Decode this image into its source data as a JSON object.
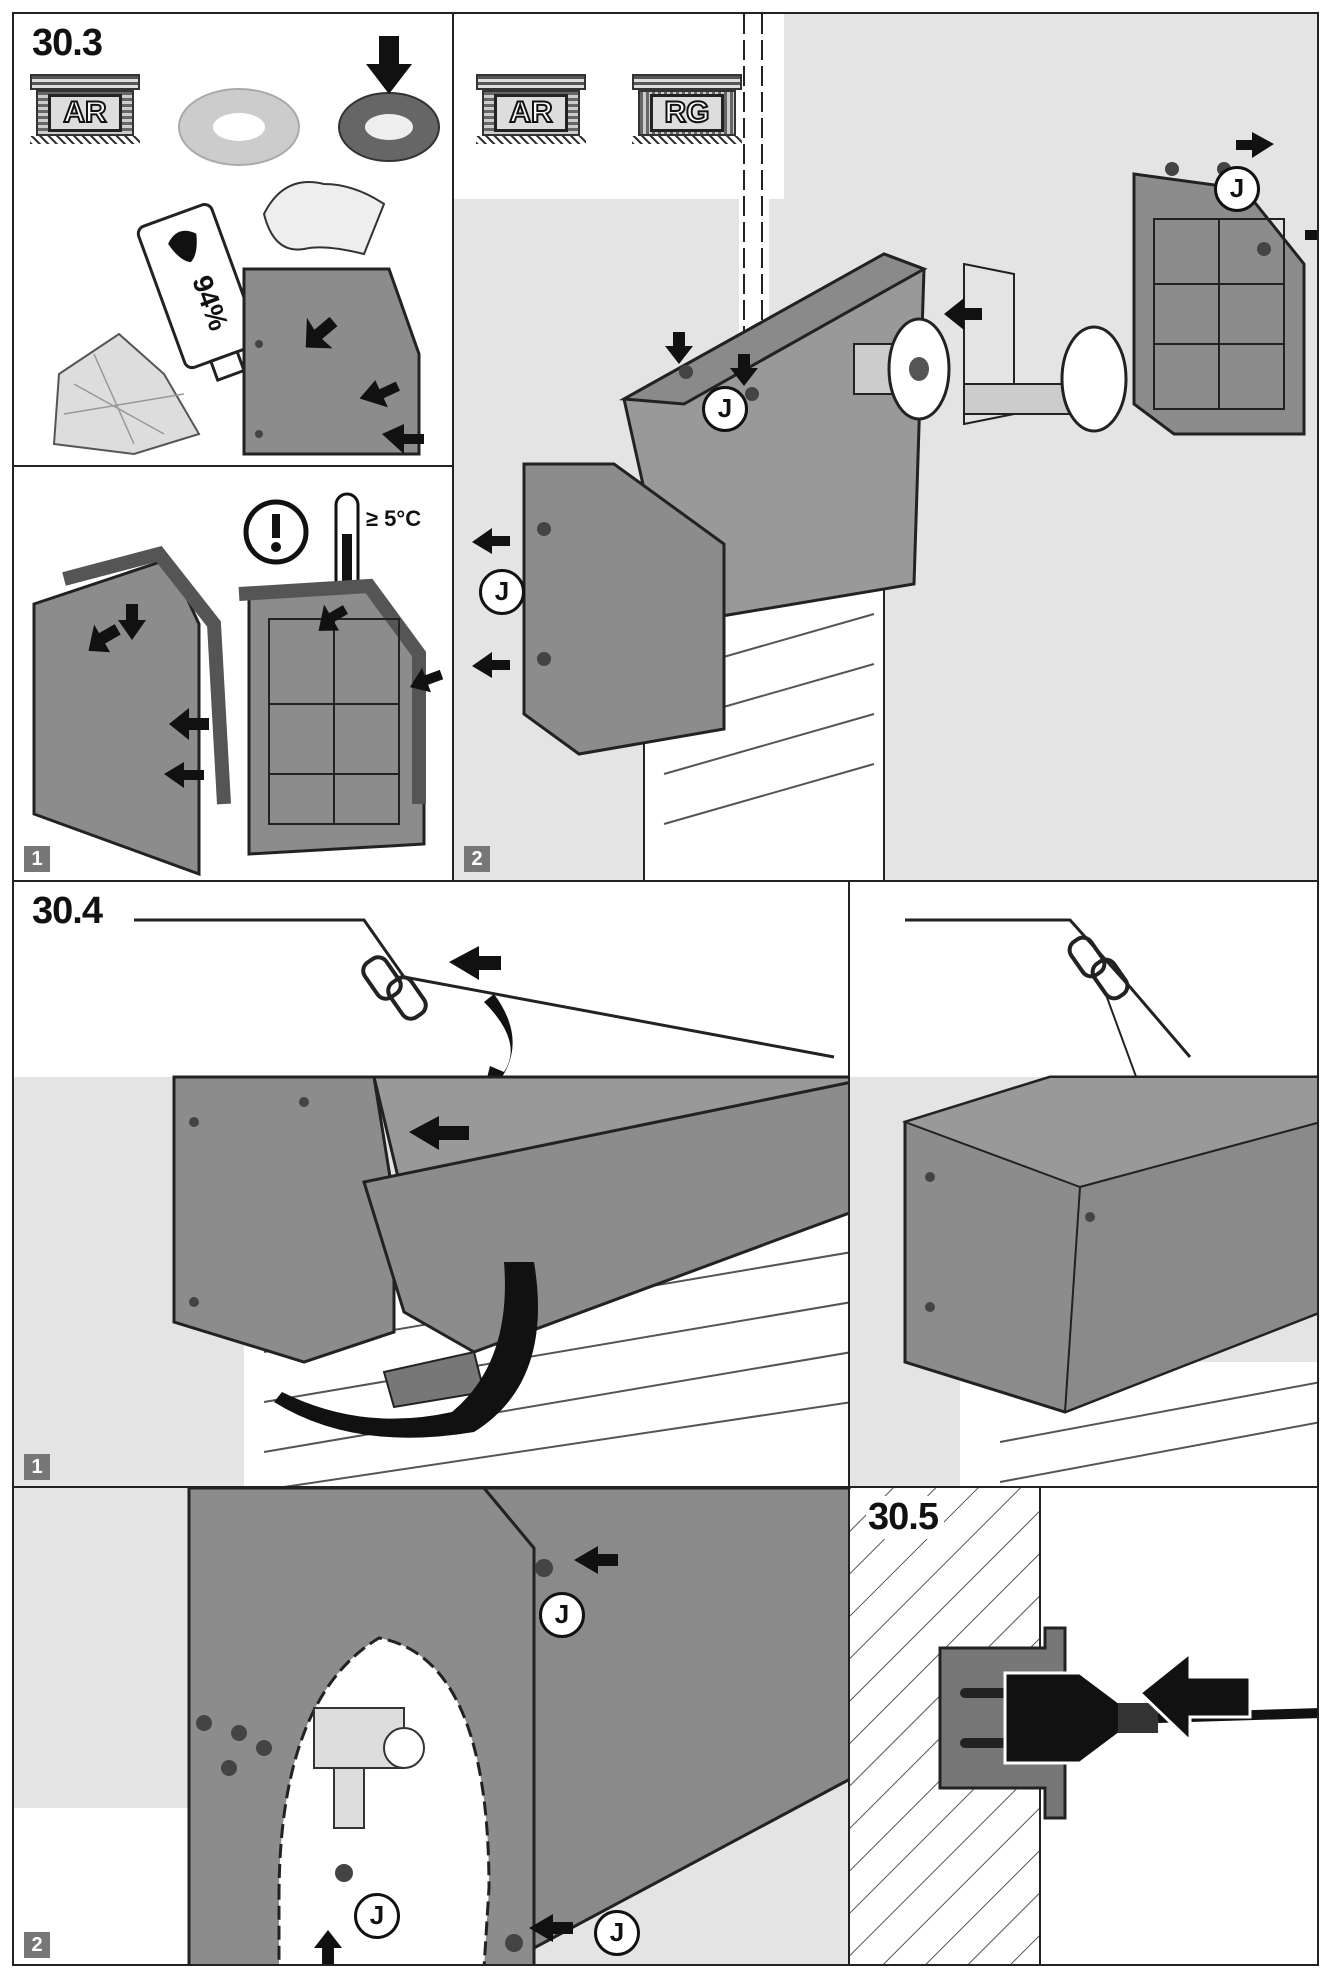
{
  "sections": {
    "s303": {
      "number": "30.3"
    },
    "s304": {
      "number": "30.4"
    },
    "s305": {
      "number": "30.5"
    }
  },
  "steps": {
    "one": "1",
    "two": "2"
  },
  "badges": {
    "ar": "AR",
    "rg": "RG"
  },
  "bottle_label": "94%",
  "temperature_label": "≥ 5°C",
  "part_label": "J",
  "colors": {
    "line": "#222222",
    "panel_gray": "#8c8c8c",
    "wall_gray": "#e4e4e4",
    "arrow": "#111111"
  }
}
